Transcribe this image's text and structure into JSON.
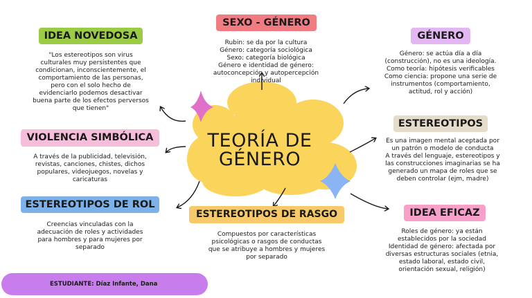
{
  "center": {
    "title": "TEORÍA DE\nGÉNERO"
  },
  "nodes": {
    "idea_novedosa": {
      "label": "IDEA NOVEDOSA",
      "text": "\"Los estereotipos son virus\nculturales muy persistentes que\ncondicionan, inconscientemente, el\ncomportamiento de las personas,\npero con el solo hecho de\nevidenciarlo podemos desactivar\nbuena parte de los efectos perversos\nque tienen\""
    },
    "sexo_genero": {
      "label": "SEXO - GÉNERO",
      "text": "Rubin: se da por la cultura\nGénero: categoría sociológica\nSexo: categoría biológica\nGénero e identidad de género:\nautoconcepción y autopercepción\nindividual"
    },
    "genero": {
      "label": "GÉNERO",
      "text": "Género: se actúa día a día\n(construcción), no es una ideología.\nComo teoría: hipótesis verificables\nComo ciencia: propone una serie de\ninstrumentos (comportamiento,\nactitud, rol y acción)"
    },
    "violencia_simbolica": {
      "label": "VIOLENCIA SIMBÓLICA",
      "text": "A través de la publicidad, televisión,\nrevistas, canciones, chistes, dichos\npopulares, videojuegos, novelas y\ncaricaturas"
    },
    "estereotipos": {
      "label": "ESTEREOTIPOS",
      "text": "Es una imagen mental aceptada por\nun patrón o modelo de conducta\nA través del lenguaje, estereotipos y\nlas construcciones imaginarias se ha\ngenerado un mapa de roles que se\ndeben controlar (ejm, madre)"
    },
    "estereotipos_rol": {
      "label": "ESTEREOTIPOS DE ROL",
      "text": "Creencias vinculadas con la\nadecuación de roles y actividades\npara hombres y para mujeres por\nseparado"
    },
    "estereotipos_rasgo": {
      "label": "ESTEREOTIPOS DE RASGO",
      "text": "Compuestos por características\npsicológicas o rasgos de conductas\nque se atribuye a hombres y mujeres\npor separado"
    },
    "idea_eficaz": {
      "label": "IDEA EFICAZ",
      "text": "Roles de género: ya están\nestablecidos por la sociedad\nIdentidad de género: afectada por\ndiversas estructuras sociales (etnia,\nestado laboral, estado civil,\norientación sexual, religión)"
    }
  },
  "student": {
    "text": "ESTUDIANTE: Díaz Infante, Dana"
  },
  "colors": {
    "idea_novedosa": "#9ccb45",
    "sexo_genero": "#f07c82",
    "genero": "#e3b7f2",
    "violencia_simbolica": "#f7bedb",
    "estereotipos": "#e6dccb",
    "estereotipos_rol": "#7db1ea",
    "estereotipos_rasgo": "#f8c96a",
    "idea_eficaz": "#f7a0ca",
    "student_bar": "#c77dec",
    "blob": "#fbd45c",
    "star_pink": "#e070c8",
    "star_blue": "#8ab4f3"
  },
  "icons": [
    "pink-sparkle-icon",
    "blue-sparkle-icon",
    "arrow-icon"
  ]
}
